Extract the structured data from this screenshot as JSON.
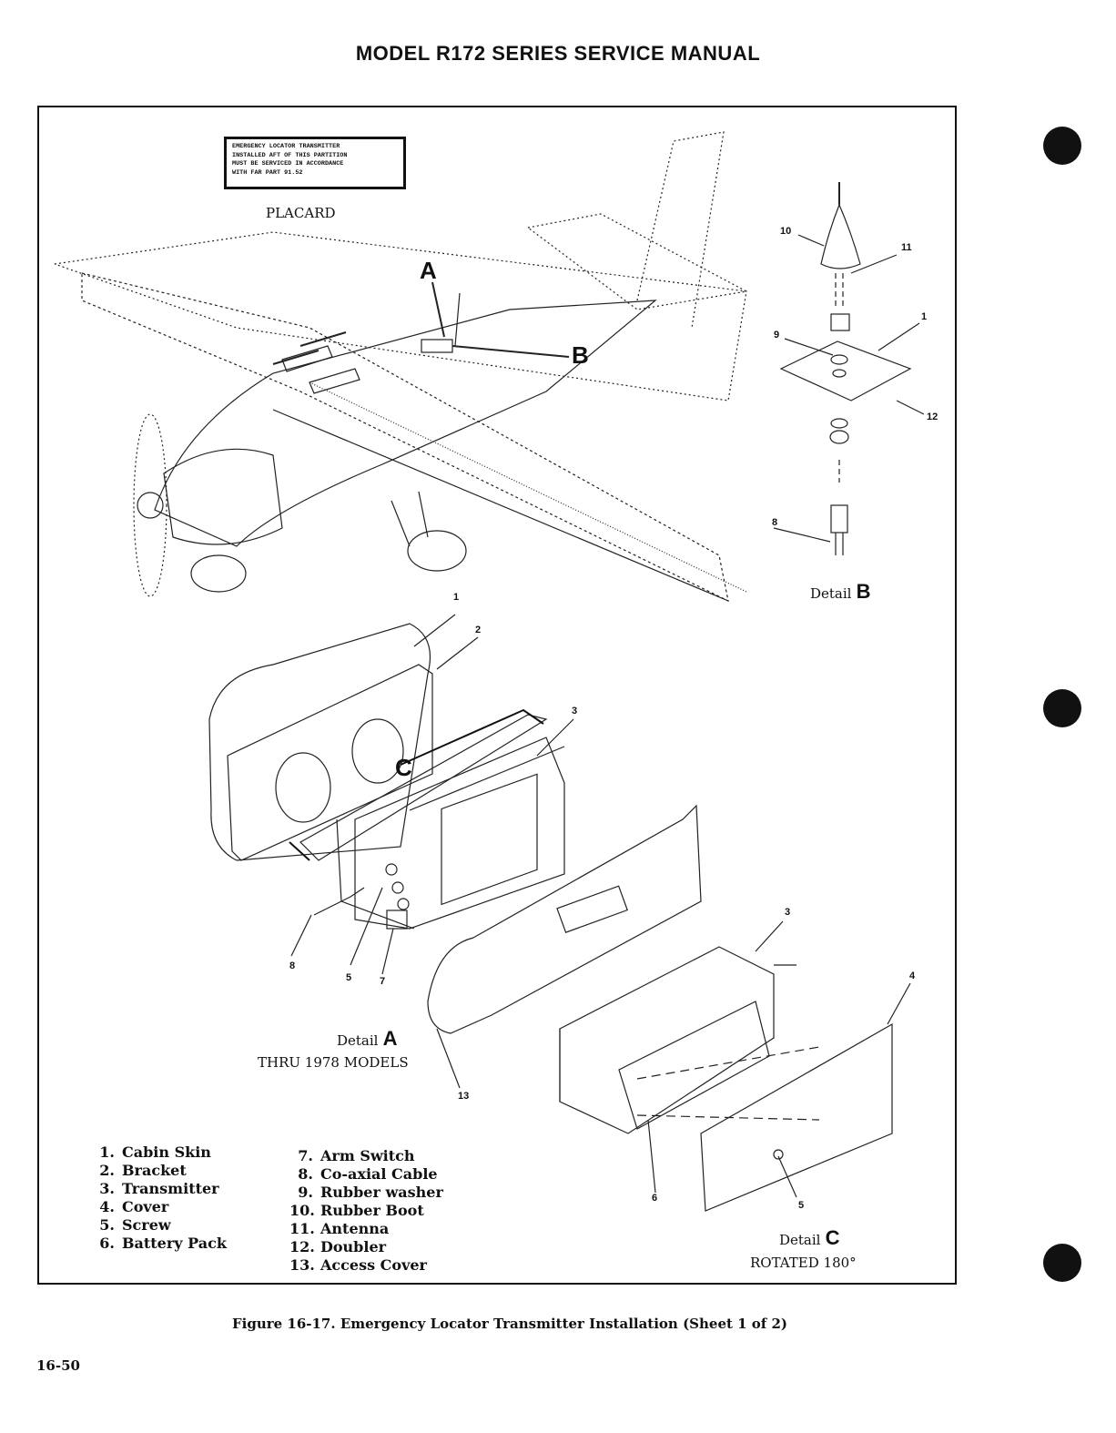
{
  "header": {
    "title": "MODEL R172 SERIES SERVICE MANUAL"
  },
  "placard": {
    "lines": [
      "EMERGENCY LOCATOR TRANSMITTER",
      "INSTALLED AFT OF THIS PARTITION",
      "MUST BE SERVICED IN ACCORDANCE",
      "WITH FAR PART 91.52"
    ],
    "label": "PLACARD"
  },
  "aircraft_view": {
    "callout_a": "A",
    "callout_b": "B"
  },
  "detail_a": {
    "label": "Detail",
    "letter": "A",
    "subtitle": "THRU 1978 MODELS",
    "callout_c": "C"
  },
  "detail_b": {
    "label": "Detail",
    "letter": "B"
  },
  "detail_c": {
    "label": "Detail",
    "letter": "C",
    "subtitle": "ROTATED 180°"
  },
  "callouts": {
    "b_10": "10",
    "b_11": "11",
    "b_1": "1",
    "b_9": "9",
    "b_12": "12",
    "b_8": "8",
    "a_1": "1",
    "a_2": "2",
    "a_3": "3",
    "a_8": "8",
    "a_5": "5",
    "a_7": "7",
    "a_13": "13",
    "c_3": "3",
    "c_4": "4",
    "c_6": "6",
    "c_5": "5"
  },
  "legend_left": [
    {
      "num": "1.",
      "text": "Cabin Skin"
    },
    {
      "num": "2.",
      "text": "Bracket"
    },
    {
      "num": "3.",
      "text": "Transmitter"
    },
    {
      "num": "4.",
      "text": "Cover"
    },
    {
      "num": "5.",
      "text": "Screw"
    },
    {
      "num": "6.",
      "text": "Battery Pack"
    }
  ],
  "legend_right": [
    {
      "num": "7.",
      "text": "Arm Switch"
    },
    {
      "num": "8.",
      "text": "Co-axial Cable"
    },
    {
      "num": "9.",
      "text": "Rubber washer"
    },
    {
      "num": "10.",
      "text": "Rubber Boot"
    },
    {
      "num": "11.",
      "text": "Antenna"
    },
    {
      "num": "12.",
      "text": "Doubler"
    },
    {
      "num": "13.",
      "text": "Access Cover"
    }
  ],
  "caption": "Figure 16-17.  Emergency Locator Transmitter Installation (Sheet 1 of 2)",
  "page_number": "16-50"
}
